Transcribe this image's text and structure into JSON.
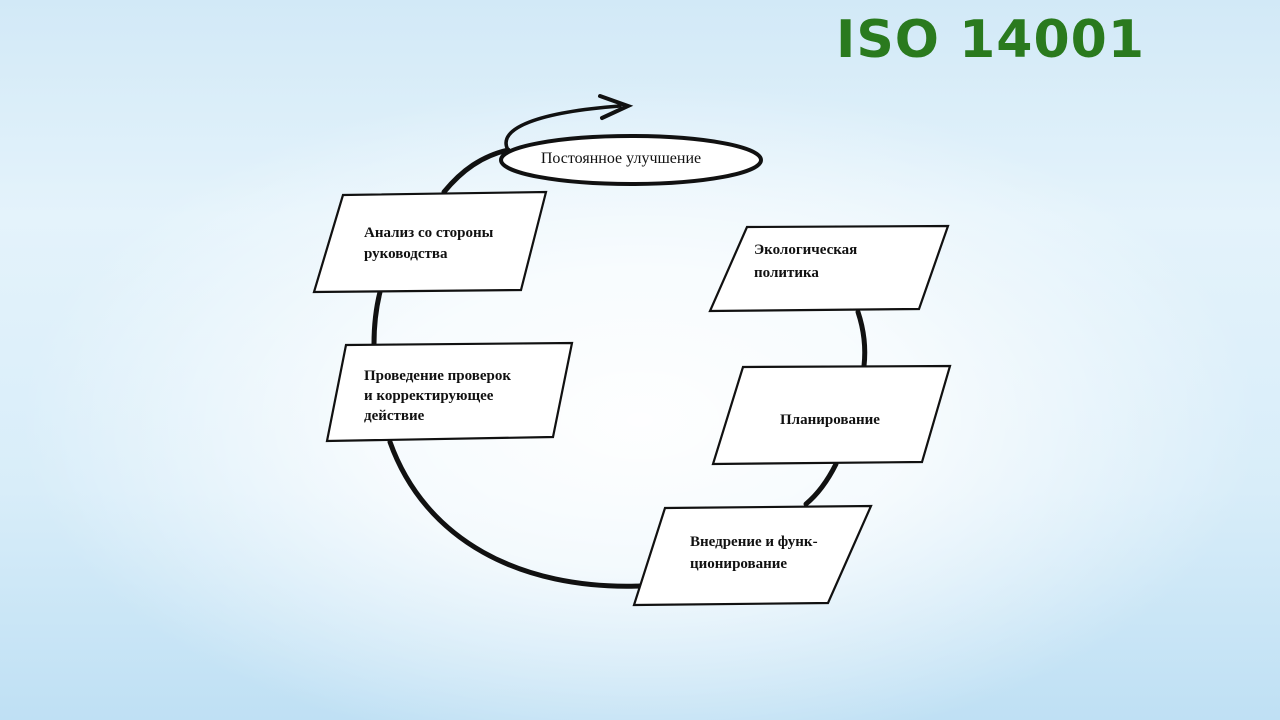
{
  "slide": {
    "title": "ISO 14001",
    "title_color": "#2a7a1e"
  },
  "diagram": {
    "cycle_label": "Постоянное улучшение",
    "steps": {
      "policy": [
        "Экологическая",
        "политика"
      ],
      "planning": [
        "Планирование"
      ],
      "implementation": [
        "Внедрение и функ-",
        "ционирование"
      ],
      "checking": [
        "Проведение проверок",
        "и корректирующее",
        "действие"
      ],
      "review": [
        "Анализ со стороны",
        "руководства"
      ]
    }
  }
}
